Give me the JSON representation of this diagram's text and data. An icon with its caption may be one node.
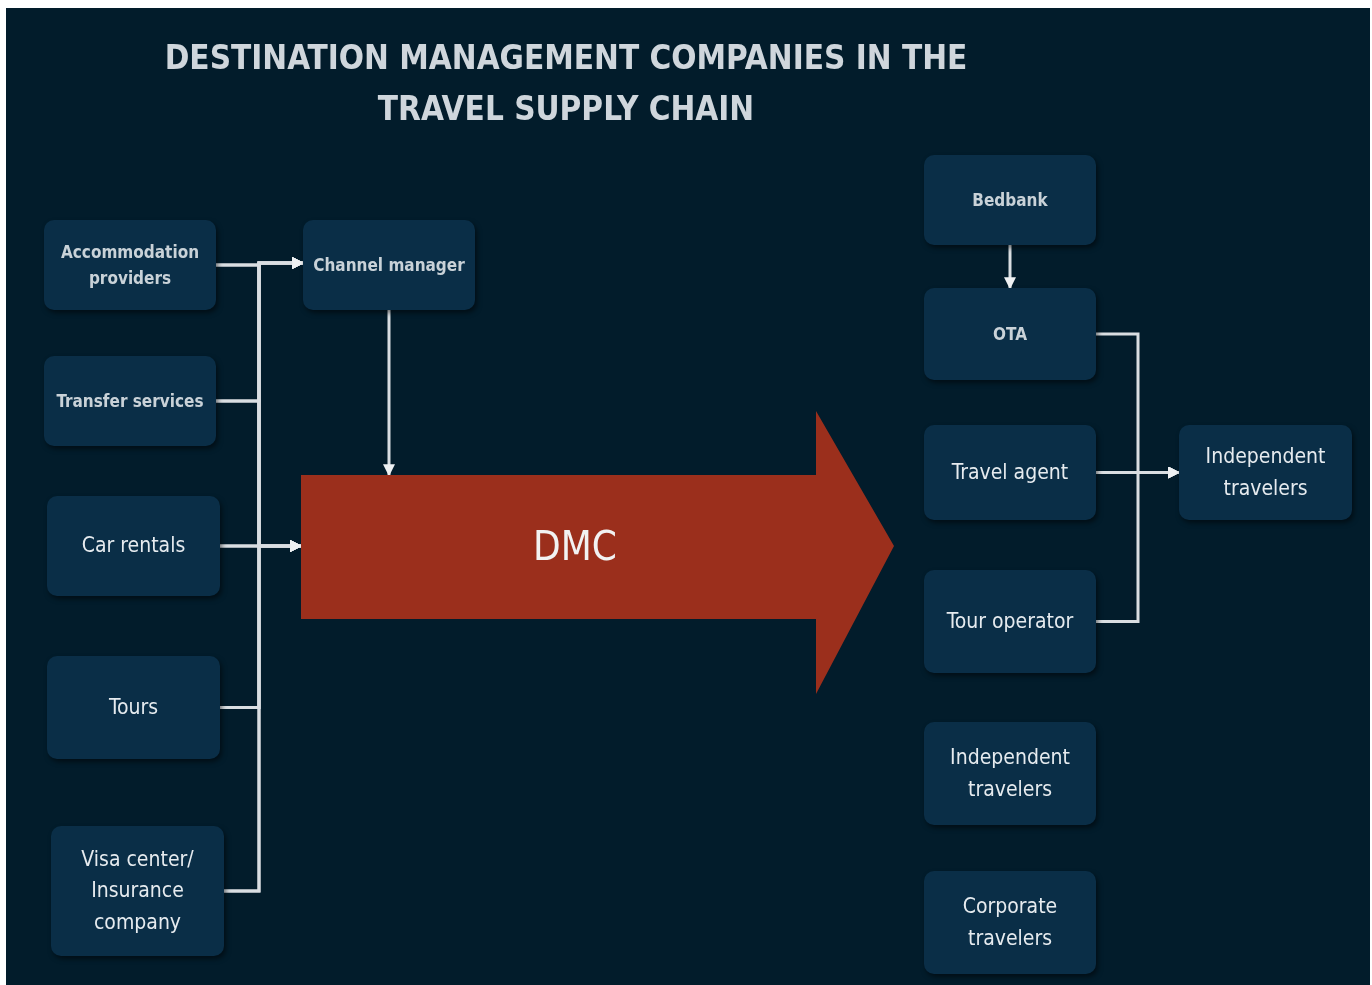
{
  "diagram": {
    "title": "DESTINATION MANAGEMENT COMPANIES IN THE TRAVEL SUPPLY CHAIN",
    "nodes": [
      {
        "text": [
          "Accommodation providers"
        ]
      },
      {
        "text": [
          "Transfer services"
        ]
      },
      {
        "text": [
          "Car rentals"
        ]
      },
      {
        "text": [
          "Tours"
        ]
      },
      {
        "text": [
          "Visa center/ Insurance company"
        ]
      },
      {
        "text": [
          "Channel manager"
        ]
      },
      {
        "text": [
          "DMC"
        ]
      },
      {
        "text": [
          "Bedbank"
        ]
      },
      {
        "text": [
          "OTA"
        ]
      },
      {
        "text": [
          "Travel agent"
        ]
      },
      {
        "text": [
          "Tour operator"
        ]
      },
      {
        "text": [
          "Independent travelers"
        ]
      },
      {
        "text": [
          "Corporate travelers"
        ]
      },
      {
        "text": [
          "Independent travelers"
        ]
      }
    ],
    "edges": [
      {
        "from": 0,
        "to": 5,
        "arrow": "to"
      },
      {
        "from": 1,
        "to": 5,
        "arrow": "to"
      },
      {
        "from": 2,
        "to": 5,
        "arrow": "to"
      },
      {
        "from": 3,
        "to": 5,
        "arrow": "to"
      },
      {
        "from": 4,
        "to": 5,
        "arrow": "to"
      },
      {
        "from": 0,
        "to": 6,
        "arrow": "to"
      },
      {
        "from": 1,
        "to": 6,
        "arrow": "to"
      },
      {
        "from": 2,
        "to": 6,
        "arrow": "to"
      },
      {
        "from": 3,
        "to": 6,
        "arrow": "to"
      },
      {
        "from": 4,
        "to": 6,
        "arrow": "to"
      },
      {
        "from": 5,
        "to": 6,
        "arrow": "to"
      },
      {
        "from": 7,
        "to": 8,
        "arrow": "to"
      },
      {
        "from": 8,
        "to": 13,
        "arrow": "to"
      },
      {
        "from": 9,
        "to": 13,
        "arrow": "to"
      },
      {
        "from": 10,
        "to": 13,
        "arrow": "to"
      }
    ]
  }
}
